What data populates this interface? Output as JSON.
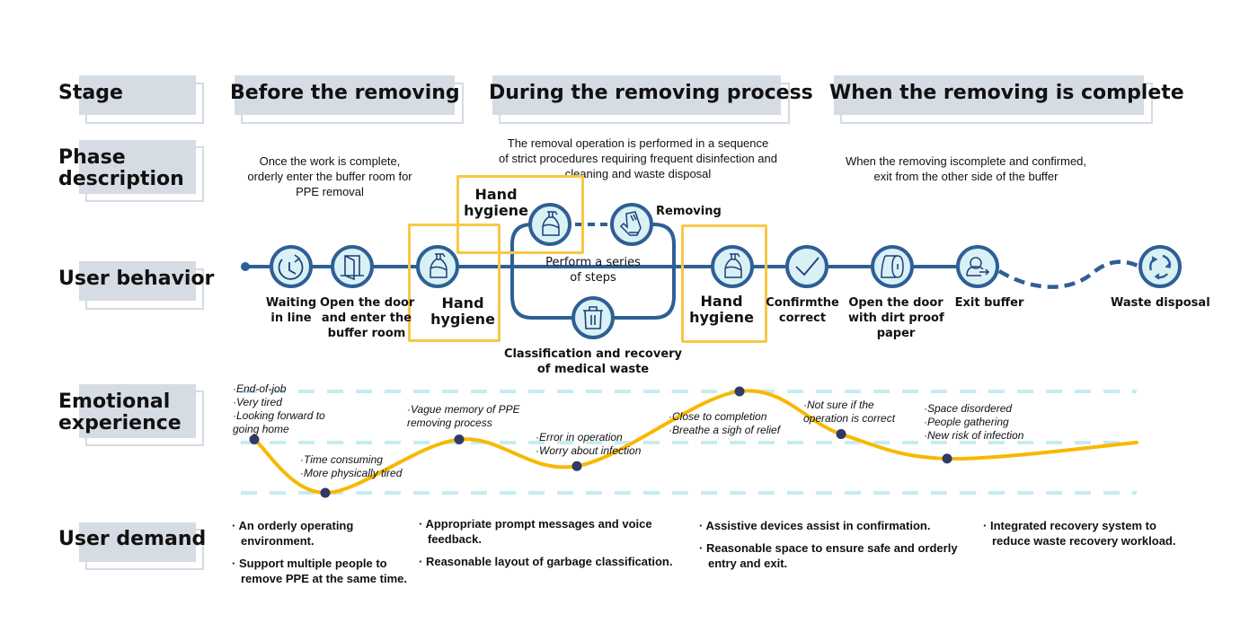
{
  "row_labels": {
    "stage": "Stage",
    "phase_description_line1": "Phase",
    "phase_description_line2": "description",
    "user_behavior": "User behavior",
    "emotional_line1": "Emotional",
    "emotional_line2": "experience",
    "user_demand": "User demand"
  },
  "stages": [
    {
      "title": "Before the removing",
      "description": [
        "Once the work is complete,",
        "orderly enter the buffer room for",
        "PPE removal"
      ]
    },
    {
      "title": "During the removing process",
      "description": [
        "The removal operation is performed in a sequence",
        "of strict procedures requiring frequent disinfection and",
        "cleaning and waste disposal"
      ]
    },
    {
      "title": "When the removing is complete",
      "description": [
        "When the removing iscomplete and confirmed,",
        "exit from the other side of the buffer"
      ]
    }
  ],
  "behavior": {
    "steps": [
      {
        "icon": "clock-icon",
        "label": [
          "Waiting",
          "in line"
        ]
      },
      {
        "icon": "door-icon",
        "label": [
          "Open the door",
          "and enter the",
          "buffer room"
        ]
      },
      {
        "icon": "spray-bottle-icon",
        "label": [
          "Hand",
          "hygiene"
        ]
      },
      {
        "icon": "spray-bottle-icon",
        "label": [
          "Hand",
          "hygiene"
        ]
      },
      {
        "icon": "glove-icon",
        "label": [
          "Removing"
        ]
      },
      {
        "icon": "trash-icon",
        "label": [
          "Classification and recovery",
          "of medical waste"
        ]
      },
      {
        "icon": "spray-bottle-icon",
        "label": [
          "Hand",
          "hygiene"
        ]
      },
      {
        "icon": "checkmark-icon",
        "label": [
          "Confirmthe",
          "correct"
        ]
      },
      {
        "icon": "paper-roll-icon",
        "label": [
          "Open the door",
          "with dirt proof",
          "paper"
        ]
      },
      {
        "icon": "exit-user-icon",
        "label": [
          "Exit buffer"
        ]
      },
      {
        "icon": "recycle-icon",
        "label": [
          "Waste disposal"
        ]
      }
    ],
    "loop_label": [
      "Perform a series",
      "of steps"
    ]
  },
  "emotions": [
    {
      "level": 0.5,
      "notes": [
        "·End-of-job",
        "·Very tired",
        "·Looking forward to",
        "going home"
      ]
    },
    {
      "level": 0.0,
      "notes": [
        "·Time consuming",
        "·More physically tired"
      ]
    },
    {
      "level": 0.5,
      "notes": [
        "·Vague memory of PPE",
        "removing process"
      ]
    },
    {
      "level": 0.25,
      "notes": [
        "·Error in operation",
        "·Worry about infection"
      ]
    },
    {
      "level": 0.95,
      "notes": [
        "·Close to completion",
        "·Breathe a sigh of relief"
      ]
    },
    {
      "level": 0.55,
      "notes": [
        "·Not sure if the",
        "operation is correct"
      ]
    },
    {
      "level": 0.32,
      "notes": [
        "·Space disordered",
        "·People gathering",
        "·New risk of infection"
      ]
    }
  ],
  "demands": [
    [
      "An orderly operating environment.",
      "Support multiple people to remove PPE at the same time."
    ],
    [
      "Appropriate prompt messages and voice feedback.",
      "Reasonable layout of garbage classification."
    ],
    [
      "Assistive devices assist in confirmation.",
      "Reasonable space to ensure safe and orderly entry and exit."
    ],
    [
      "Integrated recovery system to reduce waste recovery workload."
    ]
  ],
  "colors": {
    "line_blue": "#2e5f95",
    "icon_fill": "#d9f1f5",
    "icon_stroke": "#1f3f7a",
    "highlight_yellow": "#f7c844",
    "curve_yellow": "#f8b800",
    "point": "#2f3a67",
    "grid_dash": "#c6ecef",
    "label_bg": "#d6dce4"
  }
}
